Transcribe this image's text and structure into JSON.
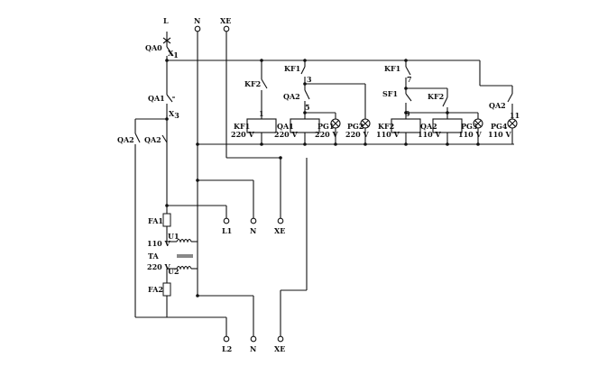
{
  "supply": {
    "l": "L",
    "n": "N",
    "xe": "XE"
  },
  "bottom_terms": {
    "l1": "L1",
    "n1": "N",
    "xe1": "XE",
    "l2": "L2",
    "n2": "N",
    "xe2": "XE"
  },
  "qa0": {
    "label": "QA0",
    "x1": "X",
    "x1_sub": "1"
  },
  "qa1_left": {
    "label": "QA1",
    "x3": "X",
    "x3_sub": "3"
  },
  "qa2_left": {
    "a": "QA2",
    "b": "QA2"
  },
  "fuses": {
    "fa1": "FA1",
    "fa2": "FA2"
  },
  "transformer": {
    "ta": "TA",
    "u1": "U1",
    "u2": "U2",
    "v110": "110 V",
    "v220": "220 V"
  },
  "contacts": {
    "kf2_left": "KF2",
    "kf1_top": "KF1",
    "qa2_mid": "QA2",
    "kf1_right": "KF1",
    "sf1": "SF1",
    "kf2_right": "KF2",
    "qa2_right": "QA2"
  },
  "nodes": {
    "n1": "1",
    "n3": "3",
    "n5": "5",
    "n7": "7",
    "n9": "9",
    "n11": "11"
  },
  "loads": [
    {
      "name": "KF1",
      "volt": "220 V"
    },
    {
      "name": "QA1",
      "volt": "220 V"
    },
    {
      "name": "PG1",
      "volt": "220 V"
    },
    {
      "name": "PG2",
      "volt": "220 V"
    },
    {
      "name": "KF2",
      "volt": "110 V"
    },
    {
      "name": "QA2",
      "volt": "110 V"
    },
    {
      "name": "PG3",
      "volt": "110 V"
    },
    {
      "name": "PG4",
      "volt": "110 V"
    }
  ]
}
